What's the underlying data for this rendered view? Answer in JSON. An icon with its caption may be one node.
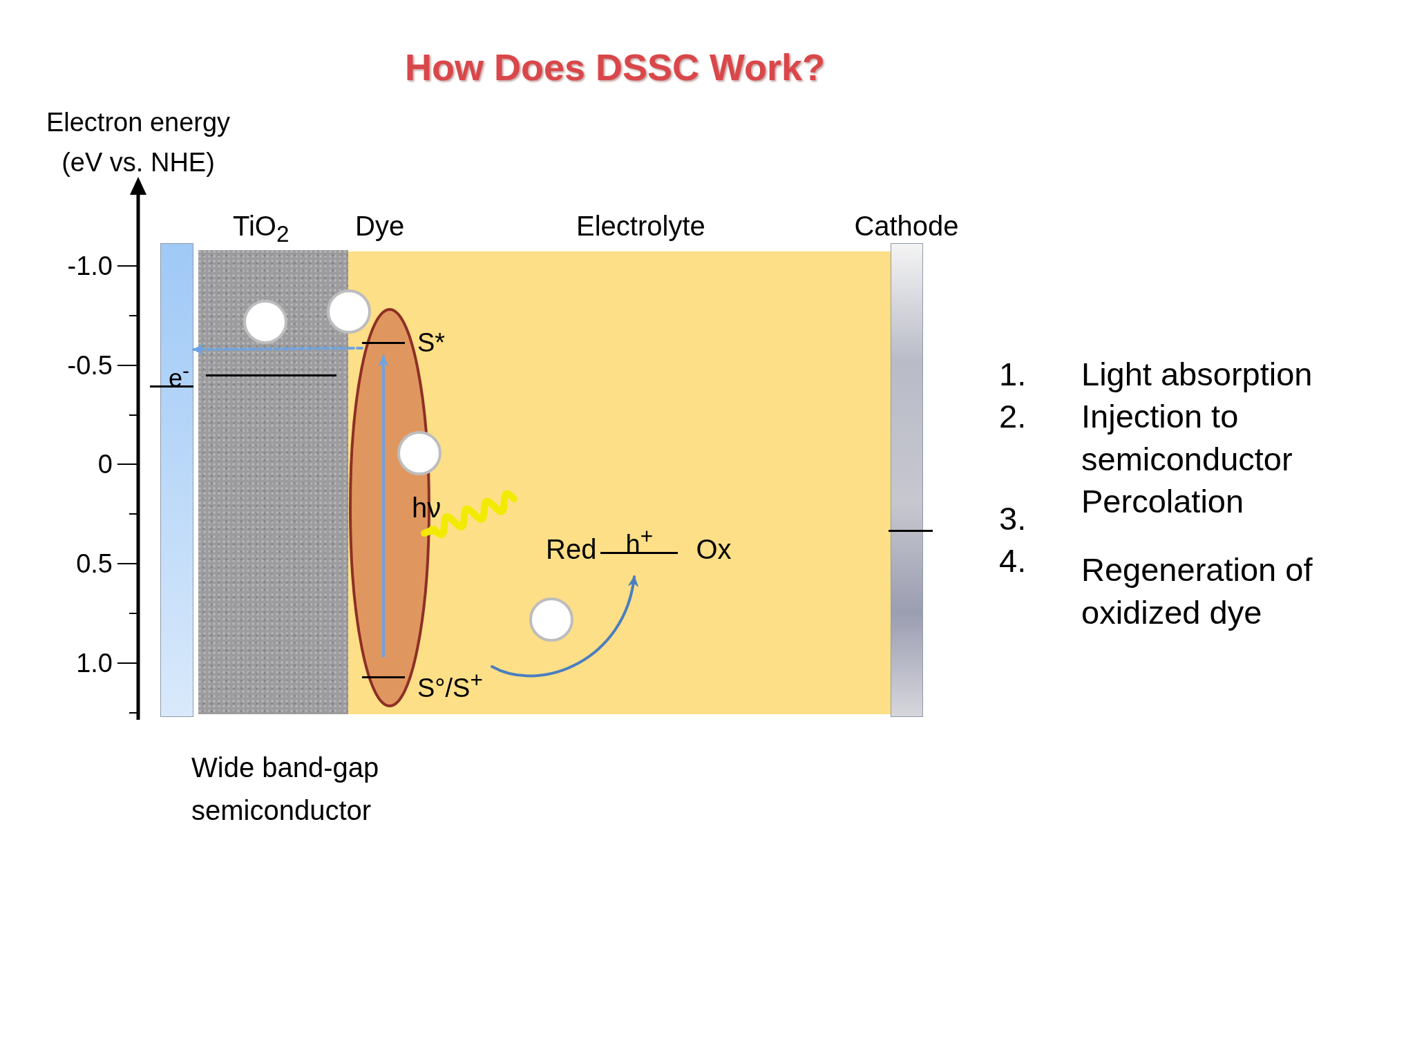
{
  "diagram": {
    "title": "How Does DSSC Work?",
    "nodes": [
      {
        "text": [],
        "shape": "bar"
      },
      {
        "text": [
          "TiO$_{2}$"
        ],
        "beside": [
          "Wide band-gap semiconductor"
        ]
      },
      {
        "text": [],
        "shape": "circle",
        "in": 1
      },
      {
        "text": [
          "Electrolyte"
        ]
      },
      {
        "text": [
          "Dye"
        ],
        "in": 3
      },
      {
        "text": [
          "S*"
        ],
        "in": 4
      },
      {
        "text": [
          "S°/S$^{+}$"
        ],
        "in": 4
      },
      {
        "text": [],
        "shape": "circle"
      },
      {
        "text": [],
        "shape": "circle",
        "in": 3
      },
      {
        "text": [],
        "shape": "circle",
        "in": 3
      },
      {
        "text": [
          "Red",
          "h$^{+}$",
          "Ox"
        ],
        "in": 3
      },
      {
        "text": [
          "Cathode"
        ]
      }
    ],
    "edges": [
      {
        "from": 5,
        "to": 0,
        "arrow": "to",
        "style": "dashed"
      },
      {
        "from": 6,
        "to": 5,
        "arrow": "to"
      },
      {
        "from": null,
        "to": 4,
        "arrow": "to",
        "label": "hν",
        "color": "#f2ea00",
        "style": "thick"
      },
      {
        "from": 6,
        "to": 10,
        "arrow": "to",
        "color": "#4a7ebf"
      }
    ],
    "labels": [
      "Electron energy (eV vs. NHE)",
      "-1.0",
      "-0.5",
      "0",
      "0.5",
      "1.0",
      "e$^{-}$",
      "1.",
      "Light absorption",
      "2.",
      "Injection to semiconductor",
      "Percolation",
      "3.",
      "4.",
      "Regeneration of oxidized dye"
    ]
  }
}
